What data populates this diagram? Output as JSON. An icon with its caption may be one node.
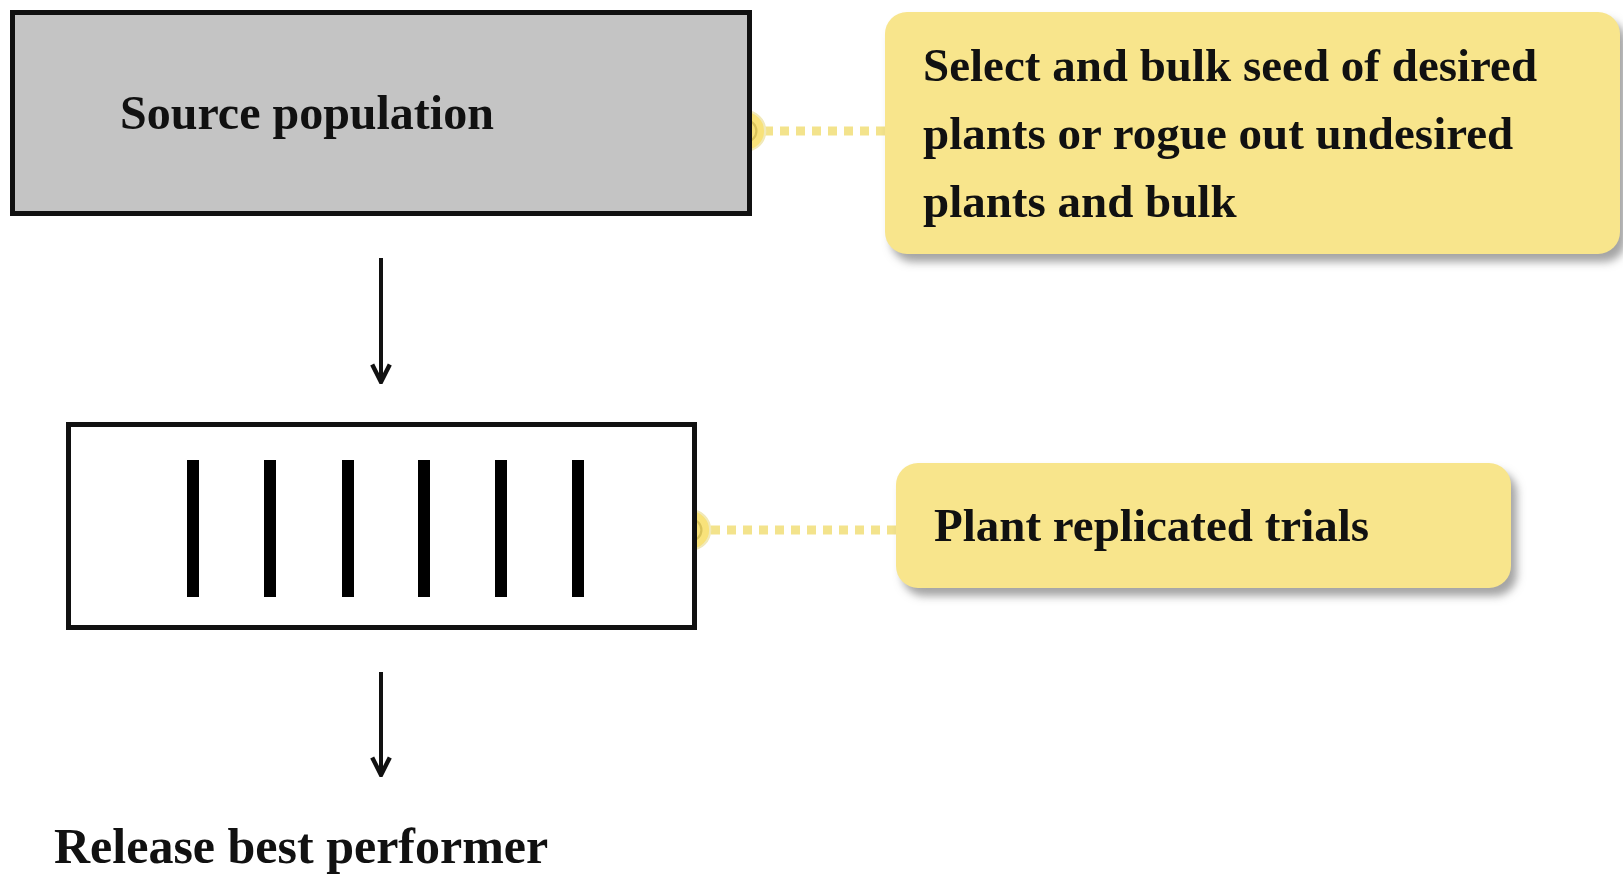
{
  "diagram": {
    "nodes": [
      {
        "text": [
          "Source population"
        ]
      },
      {
        "text": [
          "Select and bulk seed of desired plants or rogue out undesired plants and bulk"
        ]
      },
      {
        "text": [],
        "shape": "box"
      },
      {
        "text": [
          "Plant replicated trials"
        ]
      },
      {
        "text": [
          "Release best performer"
        ]
      }
    ],
    "edges": [
      {
        "from": 0,
        "to": 2,
        "arrow": "to"
      },
      {
        "from": 2,
        "to": 4,
        "arrow": "to"
      },
      {
        "from": 1,
        "to": 0,
        "arrow": "other",
        "style": "dashed",
        "color": "#f3e38c"
      },
      {
        "from": 3,
        "to": 2,
        "arrow": "other",
        "style": "dashed",
        "color": "#f3e38c"
      }
    ]
  }
}
